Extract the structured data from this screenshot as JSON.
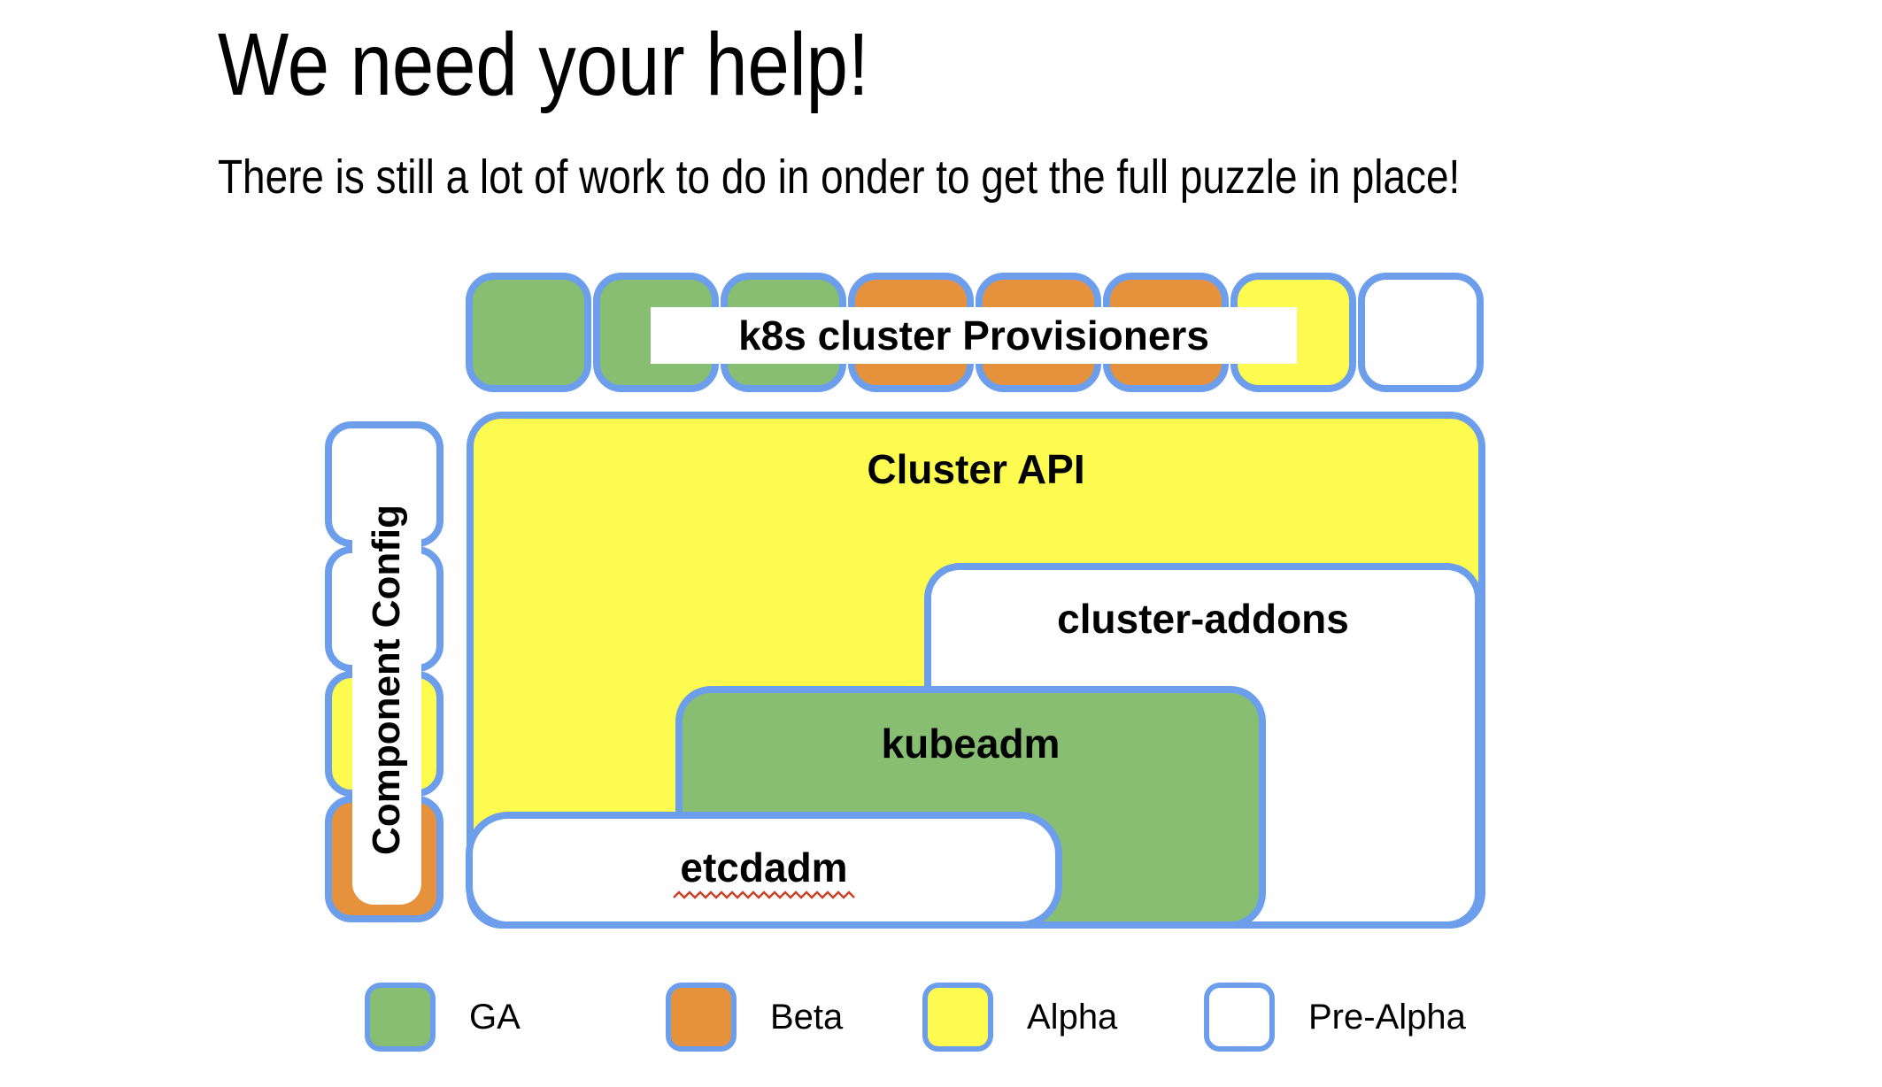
{
  "slide": {
    "title": "We need your help!",
    "subtitle": "There is still a lot of work to do in onder to get the full puzzle in place!"
  },
  "colors": {
    "ga": "#88BE71",
    "beta": "#E6923C",
    "alpha": "#FDFB4F",
    "pre_alpha": "#FFFFFF",
    "border": "#6D9EEB",
    "text": "#000000",
    "squiggle": "#CC4125"
  },
  "puzzle": {
    "provisioners": {
      "label": "k8s cluster Provisioners",
      "pieces": [
        "ga",
        "ga",
        "ga",
        "beta",
        "beta",
        "beta",
        "alpha",
        "pre_alpha"
      ]
    },
    "component_config": {
      "label": "Component Config",
      "pieces": [
        "pre_alpha",
        "pre_alpha",
        "alpha",
        "beta"
      ]
    },
    "blocks": {
      "cluster_api": {
        "label": "Cluster API",
        "status": "alpha"
      },
      "cluster_addons": {
        "label": "cluster-addons",
        "status": "pre_alpha"
      },
      "kubeadm": {
        "label": "kubeadm",
        "status": "ga"
      },
      "etcdadm": {
        "label": "etcdadm",
        "status": "pre_alpha",
        "spellcheck_underline": true
      }
    }
  },
  "legend": {
    "items": [
      {
        "label": "GA",
        "status": "ga"
      },
      {
        "label": "Beta",
        "status": "beta"
      },
      {
        "label": "Alpha",
        "status": "alpha"
      },
      {
        "label": "Pre-Alpha",
        "status": "pre_alpha"
      }
    ]
  }
}
